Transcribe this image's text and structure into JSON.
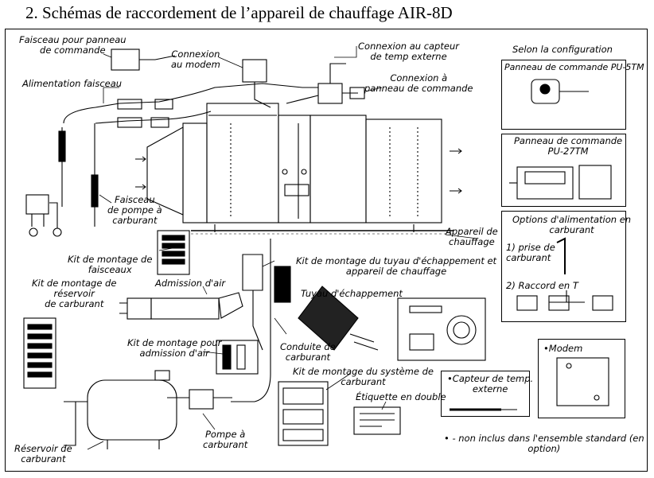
{
  "title": "2.  Schémas de raccordement de l’appareil de chauffage AIR-8D",
  "labels": {
    "faisceau_panneau_1": "Faisceau pour panneau",
    "faisceau_panneau_2": "de commande",
    "connexion_modem_1": "Connexion",
    "connexion_modem_2": "au modem",
    "capteur_temp_ext_1": "Connexion au capteur",
    "capteur_temp_ext_2": "de temp externe",
    "connexion_panneau_1": "Connexion à",
    "connexion_panneau_2": "panneau de commande",
    "alimentation_faisceau": "Alimentation faisceau",
    "faisceau_pompe_1": "Faisceau",
    "faisceau_pompe_2": "de pompe à",
    "faisceau_pompe_3": "carburant",
    "appareil_1": "Appareil de",
    "appareil_2": "chauffage",
    "kit_faisceaux_1": "Kit de montage de",
    "kit_faisceaux_2": "faisceaux",
    "kit_reservoir_1": "Kit de montage de",
    "kit_reservoir_2": "réservoir",
    "kit_reservoir_3": "de carburant",
    "admission_air": "Admission d'air",
    "kit_echappement_1": "Kit de montage du tuyau d'échappement et",
    "kit_echappement_2": "appareil de chauffage",
    "tuyau_echappement": "Tuyau d'échappement",
    "kit_admission_1": "Kit de montage pour",
    "kit_admission_2": "admission d'air",
    "conduite_1": "Conduite de",
    "conduite_2": "carburant",
    "kit_systeme_1": "Kit de montage du système de",
    "kit_systeme_2": "carburant",
    "etiquette": "Étiquette en double",
    "pompe_1": "Pompe à",
    "pompe_2": "carburant",
    "reservoir_1": "Réservoir de",
    "reservoir_2": "carburant",
    "capteur_temp_1": "•Capteur de temp.",
    "capteur_temp_2": "externe",
    "modem": "•Modem",
    "note_1": "• - non inclus dans l'ensemble standard (en",
    "note_2": "option)"
  },
  "config": {
    "selon": "Selon la configuration",
    "pu5tm": "Panneau de commande PU-5TM",
    "pu27tm_1": "Panneau de commande",
    "pu27tm_2": "PU-27TM",
    "options_1": "Options d'alimentation en",
    "options_2": "carburant",
    "prise_1": "1) prise de",
    "prise_2": "carburant",
    "raccord": "2) Raccord en T"
  }
}
